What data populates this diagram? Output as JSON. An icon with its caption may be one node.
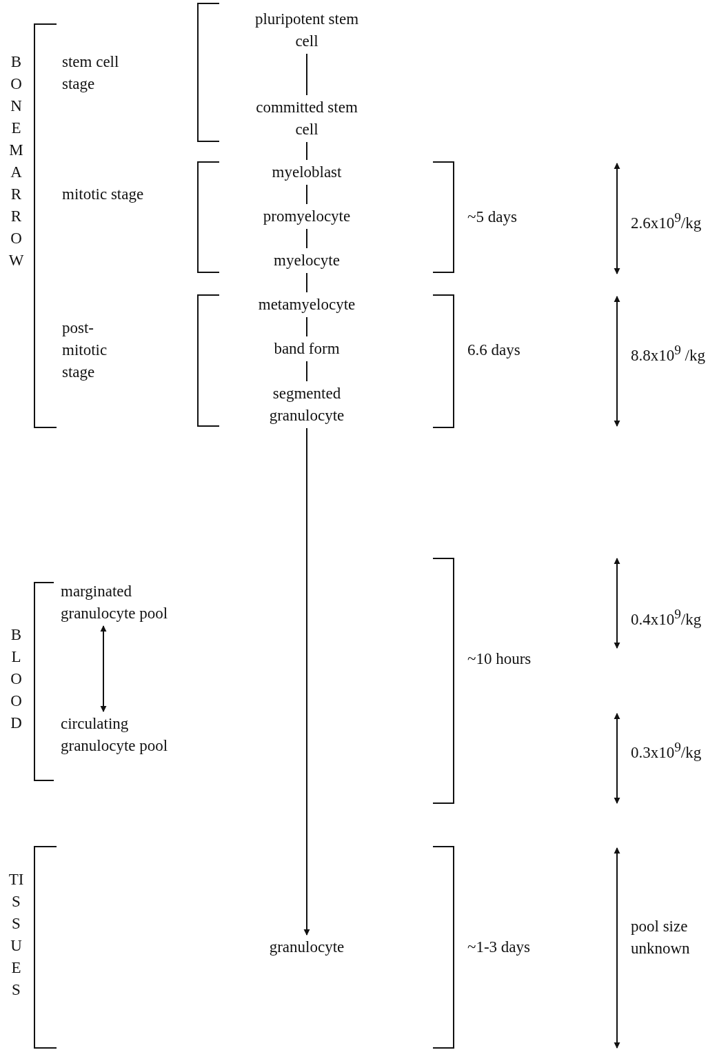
{
  "diagram": {
    "nodes": [
      {
        "text": [
          "pluripotent stem cell"
        ]
      },
      {
        "text": [
          "committed stem cell"
        ]
      },
      {
        "text": [
          "myeloblast"
        ]
      },
      {
        "text": [
          "promyelocyte"
        ]
      },
      {
        "text": [
          "myelocyte"
        ]
      },
      {
        "text": [
          "metamyelocyte"
        ]
      },
      {
        "text": [
          "band form"
        ]
      },
      {
        "text": [
          "segmented granulocyte"
        ]
      },
      {
        "text": [
          "granulocyte"
        ]
      },
      {
        "text": [
          "marginated granulocyte pool"
        ]
      },
      {
        "text": [
          "circulating granulocyte pool"
        ]
      }
    ],
    "edges": [
      {
        "from": 0,
        "to": 1,
        "arrow": "none"
      },
      {
        "from": 1,
        "to": 2,
        "arrow": "none"
      },
      {
        "from": 2,
        "to": 3,
        "arrow": "none"
      },
      {
        "from": 3,
        "to": 4,
        "arrow": "none"
      },
      {
        "from": 4,
        "to": 5,
        "arrow": "none"
      },
      {
        "from": 5,
        "to": 6,
        "arrow": "none"
      },
      {
        "from": 6,
        "to": 7,
        "arrow": "none"
      },
      {
        "from": 7,
        "to": 8,
        "arrow": "to"
      },
      {
        "from": 9,
        "to": 10,
        "arrow": "both"
      }
    ],
    "labels": [
      "BONE MARROW",
      "stem cell stage",
      "mitotic stage",
      "~5 days",
      "2.6x10$^{9}$/kg",
      "post-mitotic stage",
      "6.6 days",
      "8.8x10$^{9}$ /kg",
      "BLOOD",
      "0.4x10$^{9}$/kg",
      "~10 hours",
      "0.3x10$^{9}$/kg",
      "TISSUES",
      "~1-3 days",
      "pool size unknown"
    ]
  }
}
